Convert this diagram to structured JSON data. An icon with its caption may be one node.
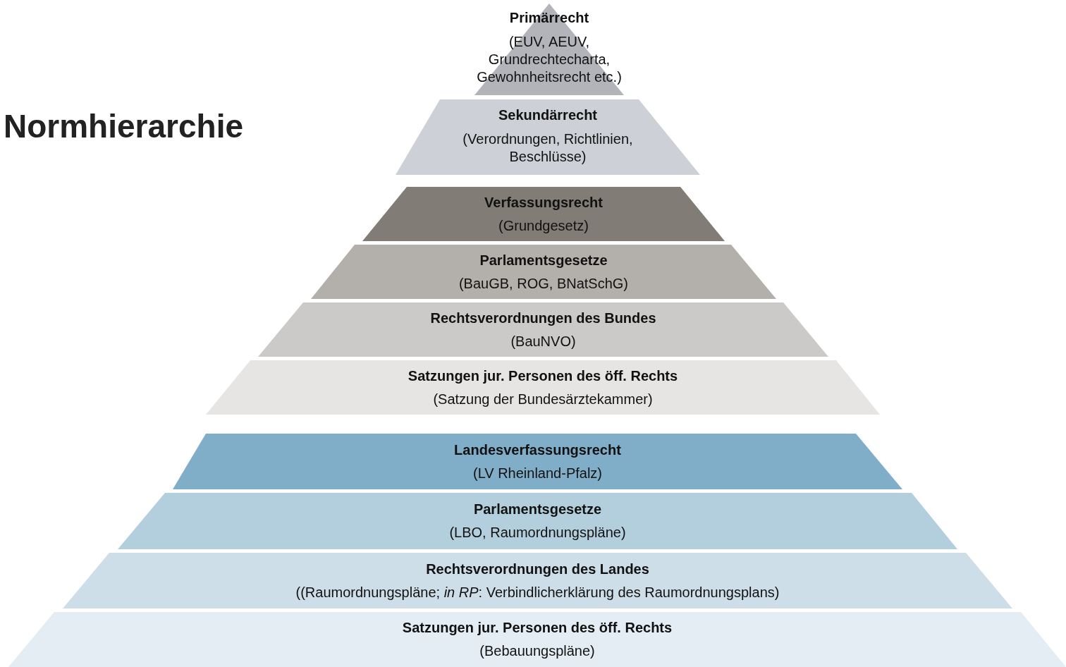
{
  "diagram": {
    "title": "Normhierarchie",
    "nodes": [
      {
        "text": [
          "Primärrecht",
          "(EUV, AEUV, Grundrechtecharta, Gewohnheitsrecht etc.)"
        ]
      },
      {
        "text": [
          "Sekundärrecht",
          "(Verordnungen, Richtlinien, Beschlüsse)"
        ]
      },
      {
        "text": [
          "Verfassungsrecht",
          "(Grundgesetz)"
        ]
      },
      {
        "text": [
          "Parlamentsgesetze",
          "(BauGB, ROG, BNatSchG)"
        ]
      },
      {
        "text": [
          "Rechtsverordnungen des Bundes",
          "(BauNVO)"
        ]
      },
      {
        "text": [
          "Satzungen jur. Personen des öff. Rechts",
          "(Satzung der Bundesärztekammer)"
        ]
      },
      {
        "text": [
          "Landesverfassungsrecht",
          "(LV Rheinland-Pfalz)"
        ]
      },
      {
        "text": [
          "Parlamentsgesetze",
          "(LBO, Raumordnungspläne)"
        ]
      },
      {
        "text": [
          "Rechtsverordnungen des Landes",
          "((Raumordnungspläne; *in RP*: Verbindlicherklärung des Raumordnungsplans)"
        ]
      },
      {
        "text": [
          "Satzungen jur. Personen des öff. Rechts",
          "(Bebauungspläne)"
        ]
      }
    ]
  }
}
